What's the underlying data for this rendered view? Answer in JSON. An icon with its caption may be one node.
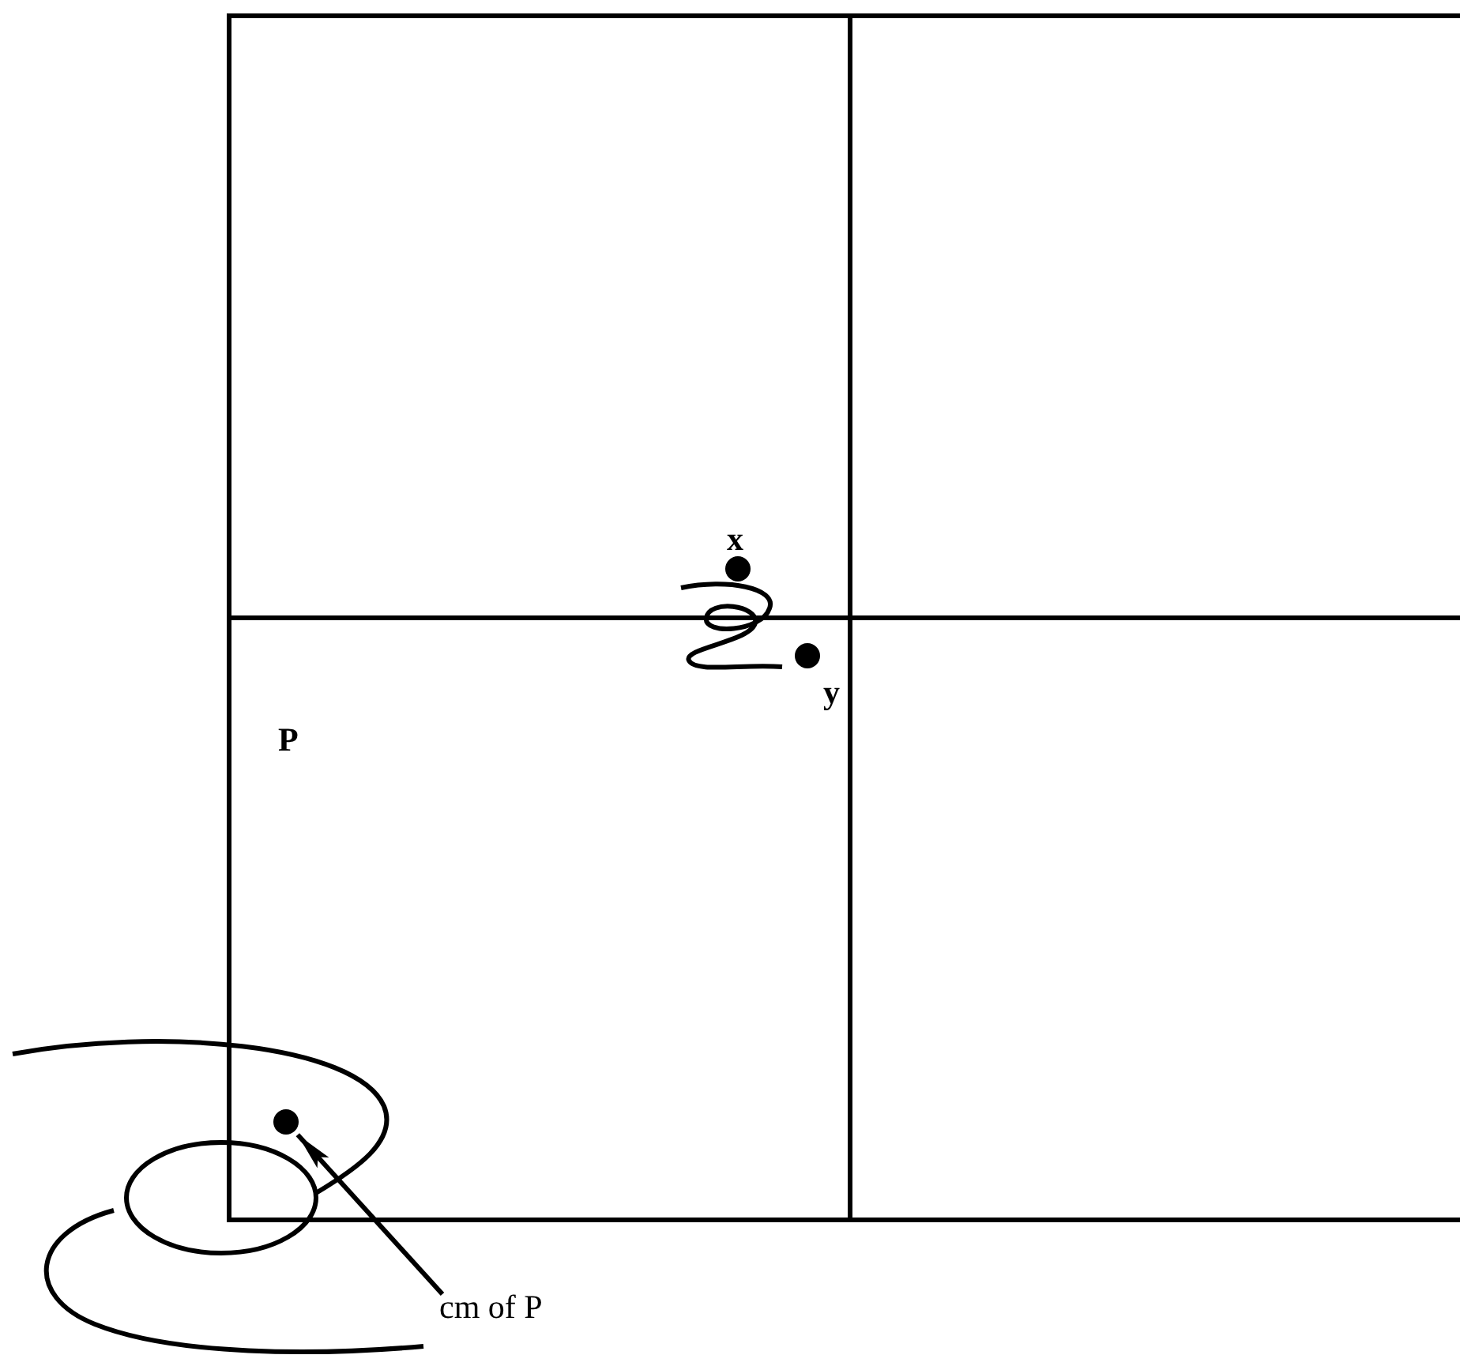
{
  "diagram": {
    "nodes": [
      {
        "text": [
          "cm of P"
        ]
      },
      {
        "text": [],
        "shape": "circle"
      }
    ],
    "edges": [
      {
        "from": 0,
        "to": 1,
        "arrow": "to"
      }
    ],
    "labels": [
      "x",
      "y",
      "P"
    ]
  }
}
